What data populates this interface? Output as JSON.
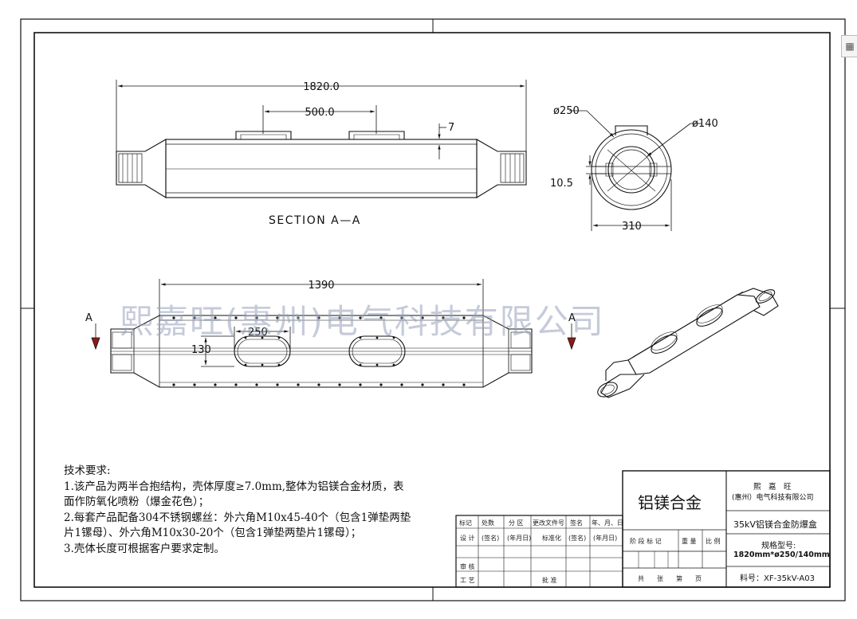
{
  "dims": {
    "overall_length": "1820.0",
    "window_spacing": "500.0",
    "wall": "7",
    "outer_dia": "ø250",
    "inner_dia": "ø140",
    "gap": "10.5",
    "width": "310",
    "plan_length": "1390",
    "window_len": "250",
    "window_width": "130"
  },
  "section_label": "SECTION  A—A",
  "cut_labels": {
    "left": "A",
    "right": "A"
  },
  "requirements": {
    "title": "技术要求:",
    "items": [
      "1.该产品为两半合抱结构，壳体厚度≥7.0mm,整体为铝镁合金材质，表面作防氧化喷粉（爆金花色）；",
      "2.每套产品配备304不锈钢螺丝：外六角M10x45-40个（包含1弹垫两垫片1镙母）、外六角M10x30-20个（包含1弹垫两垫片1镙母）；",
      "3.壳体长度可根据客户要求定制。"
    ]
  },
  "title_block": {
    "material": "铝镁合金",
    "company": "熙　嘉　旺",
    "company_sub": "(惠州）电气科技有限公司",
    "product": "35kV铝镁合金防爆盒",
    "spec_label": "规格型号:",
    "spec_value": "1820mm*ø250/140mm",
    "part_no": "料号：XF-35kV-A03",
    "header_cells": [
      "标记",
      "处数",
      "分 区",
      "更改文件号",
      "签名",
      "年、月、日"
    ],
    "design_row": [
      "设 计",
      "(签名)",
      "(年月日)",
      "标准化",
      "(签名)",
      "(年月日)"
    ],
    "review": "审 核",
    "process": "工 艺",
    "approve": "批 准",
    "stage_cells": [
      "阶 段 标 记",
      "重 量",
      "比 例"
    ],
    "sheet_row": "共　　张　　第　　页"
  },
  "watermark": "熙嘉旺(惠州)电气科技有限公司",
  "side_icon": "grid-icon"
}
